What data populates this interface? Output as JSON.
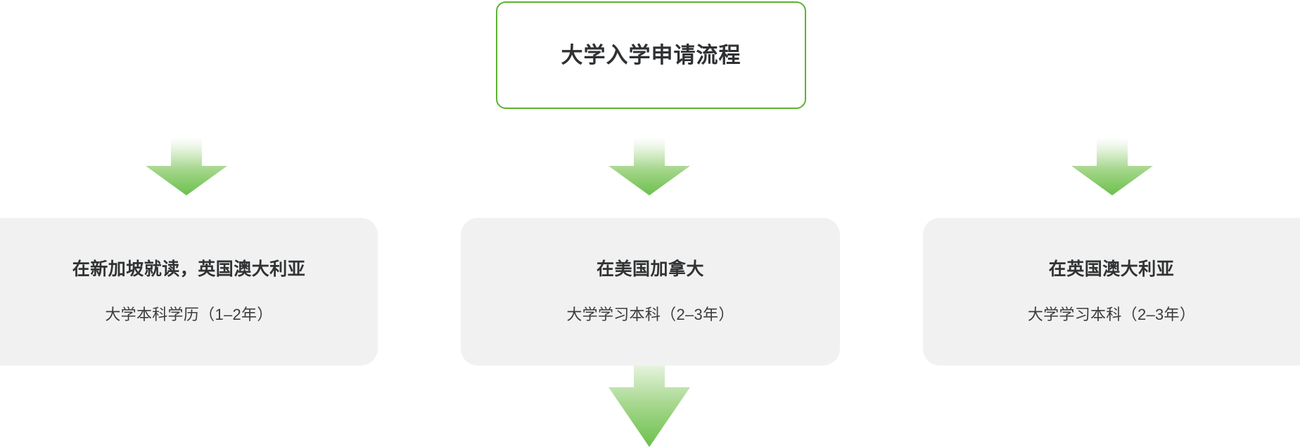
{
  "diagram": {
    "title": {
      "label": "大学入学申请流程",
      "border_color": "#5cb331"
    },
    "arrow": {
      "icon_name": "down-arrow-icon",
      "gradient_from": "#ffffff",
      "gradient_to": "#6cc04c"
    },
    "stages": [
      {
        "title": "在新加坡就读，英国澳大利亚",
        "subtitle": "大学本科学历（1–2年）",
        "bg_color": "#f1f1f1"
      },
      {
        "title": "在美国加拿大",
        "subtitle": "大学学习本科（2–3年）",
        "bg_color": "#f1f1f1"
      },
      {
        "title": "在英国澳大利亚",
        "subtitle": "大学学习本科（2–3年）",
        "bg_color": "#f1f1f1"
      }
    ]
  }
}
